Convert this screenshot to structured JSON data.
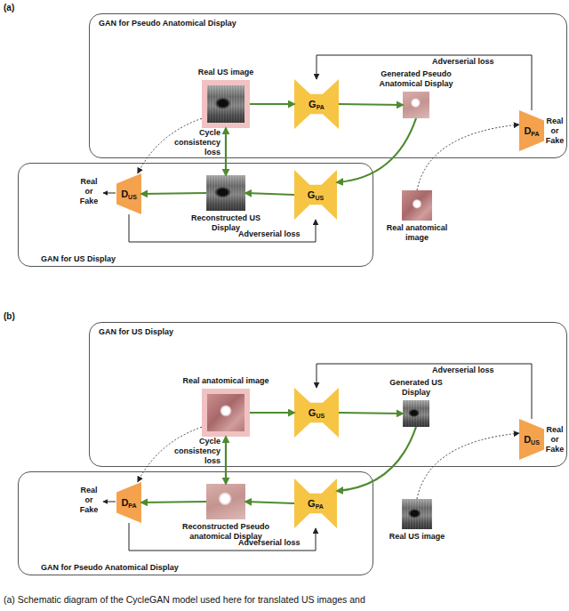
{
  "diagram": {
    "caption": "(a) Schematic diagram of the CycleGAN model used here for translated US images and",
    "nodes": [
      {
        "text": [
          "GAN for Pseudo Anatomical Display"
        ]
      },
      {
        "text": [
          "Real US image"
        ],
        "in": 0
      },
      {
        "text": [
          "G",
          "PA"
        ],
        "in": 0
      },
      {
        "text": [
          "Generated Pseudo Anatomical Display"
        ],
        "in": 0
      },
      {
        "text": [
          "D",
          "PA"
        ],
        "in": 0
      },
      {
        "text": [
          "GAN for US Display"
        ]
      },
      {
        "text": [
          "D",
          "US"
        ],
        "in": 5
      },
      {
        "text": [
          "Reconstructed US Display"
        ],
        "in": 5
      },
      {
        "text": [
          "G",
          "US"
        ],
        "in": 5
      },
      {
        "text": [
          "Real anatomical image"
        ]
      },
      {
        "text": [
          "GAN for US Display"
        ]
      },
      {
        "text": [
          "Real anatomical image"
        ],
        "in": 10
      },
      {
        "text": [
          "G",
          "US"
        ],
        "in": 10
      },
      {
        "text": [
          "Generated US Display"
        ],
        "in": 10
      },
      {
        "text": [
          "D",
          "US"
        ],
        "in": 10
      },
      {
        "text": [
          "GAN for Pseudo Anatomical Display"
        ]
      },
      {
        "text": [
          "D",
          "PA"
        ],
        "in": 15
      },
      {
        "text": [
          "Reconstructed Pseudo anatomical Display"
        ],
        "in": 15
      },
      {
        "text": [
          "G",
          "PA"
        ],
        "in": 15
      },
      {
        "text": [
          "Real US image"
        ]
      }
    ],
    "edges": [
      {
        "from": 1,
        "to": 2,
        "arrow": "to"
      },
      {
        "from": 2,
        "to": 3,
        "arrow": "to"
      },
      {
        "from": 3,
        "to": 8,
        "arrow": "to"
      },
      {
        "from": 8,
        "to": 7,
        "arrow": "to"
      },
      {
        "from": 7,
        "to": 6,
        "arrow": "to"
      },
      {
        "from": 1,
        "to": 7,
        "label": "Cycle consistency loss",
        "arrow": "both"
      },
      {
        "from": 1,
        "to": 6,
        "arrow": "to"
      },
      {
        "from": 9,
        "to": 4,
        "arrow": "to"
      },
      {
        "from": 4,
        "to": 2,
        "label": "Adverserial loss",
        "arrow": "to"
      },
      {
        "from": 6,
        "to": 8,
        "label": "Adverserial loss",
        "arrow": "to"
      },
      {
        "from": 11,
        "to": 12,
        "arrow": "to"
      },
      {
        "from": 12,
        "to": 13,
        "arrow": "to"
      },
      {
        "from": 13,
        "to": 18,
        "arrow": "to"
      },
      {
        "from": 18,
        "to": 17,
        "arrow": "to"
      },
      {
        "from": 17,
        "to": 16,
        "arrow": "to"
      },
      {
        "from": 11,
        "to": 17,
        "label": "Cycle consistency loss",
        "arrow": "both"
      },
      {
        "from": 11,
        "to": 16,
        "arrow": "to"
      },
      {
        "from": 19,
        "to": 14,
        "arrow": "to"
      },
      {
        "from": 14,
        "to": 12,
        "label": "Adverserial loss",
        "arrow": "to"
      },
      {
        "from": 16,
        "to": 18,
        "label": "Adverserial loss",
        "arrow": "to"
      }
    ],
    "labels": [
      "(a)",
      "Real or Fake",
      "Real or Fake",
      "(b)",
      "Real or Fake",
      "Real or Fake"
    ]
  }
}
